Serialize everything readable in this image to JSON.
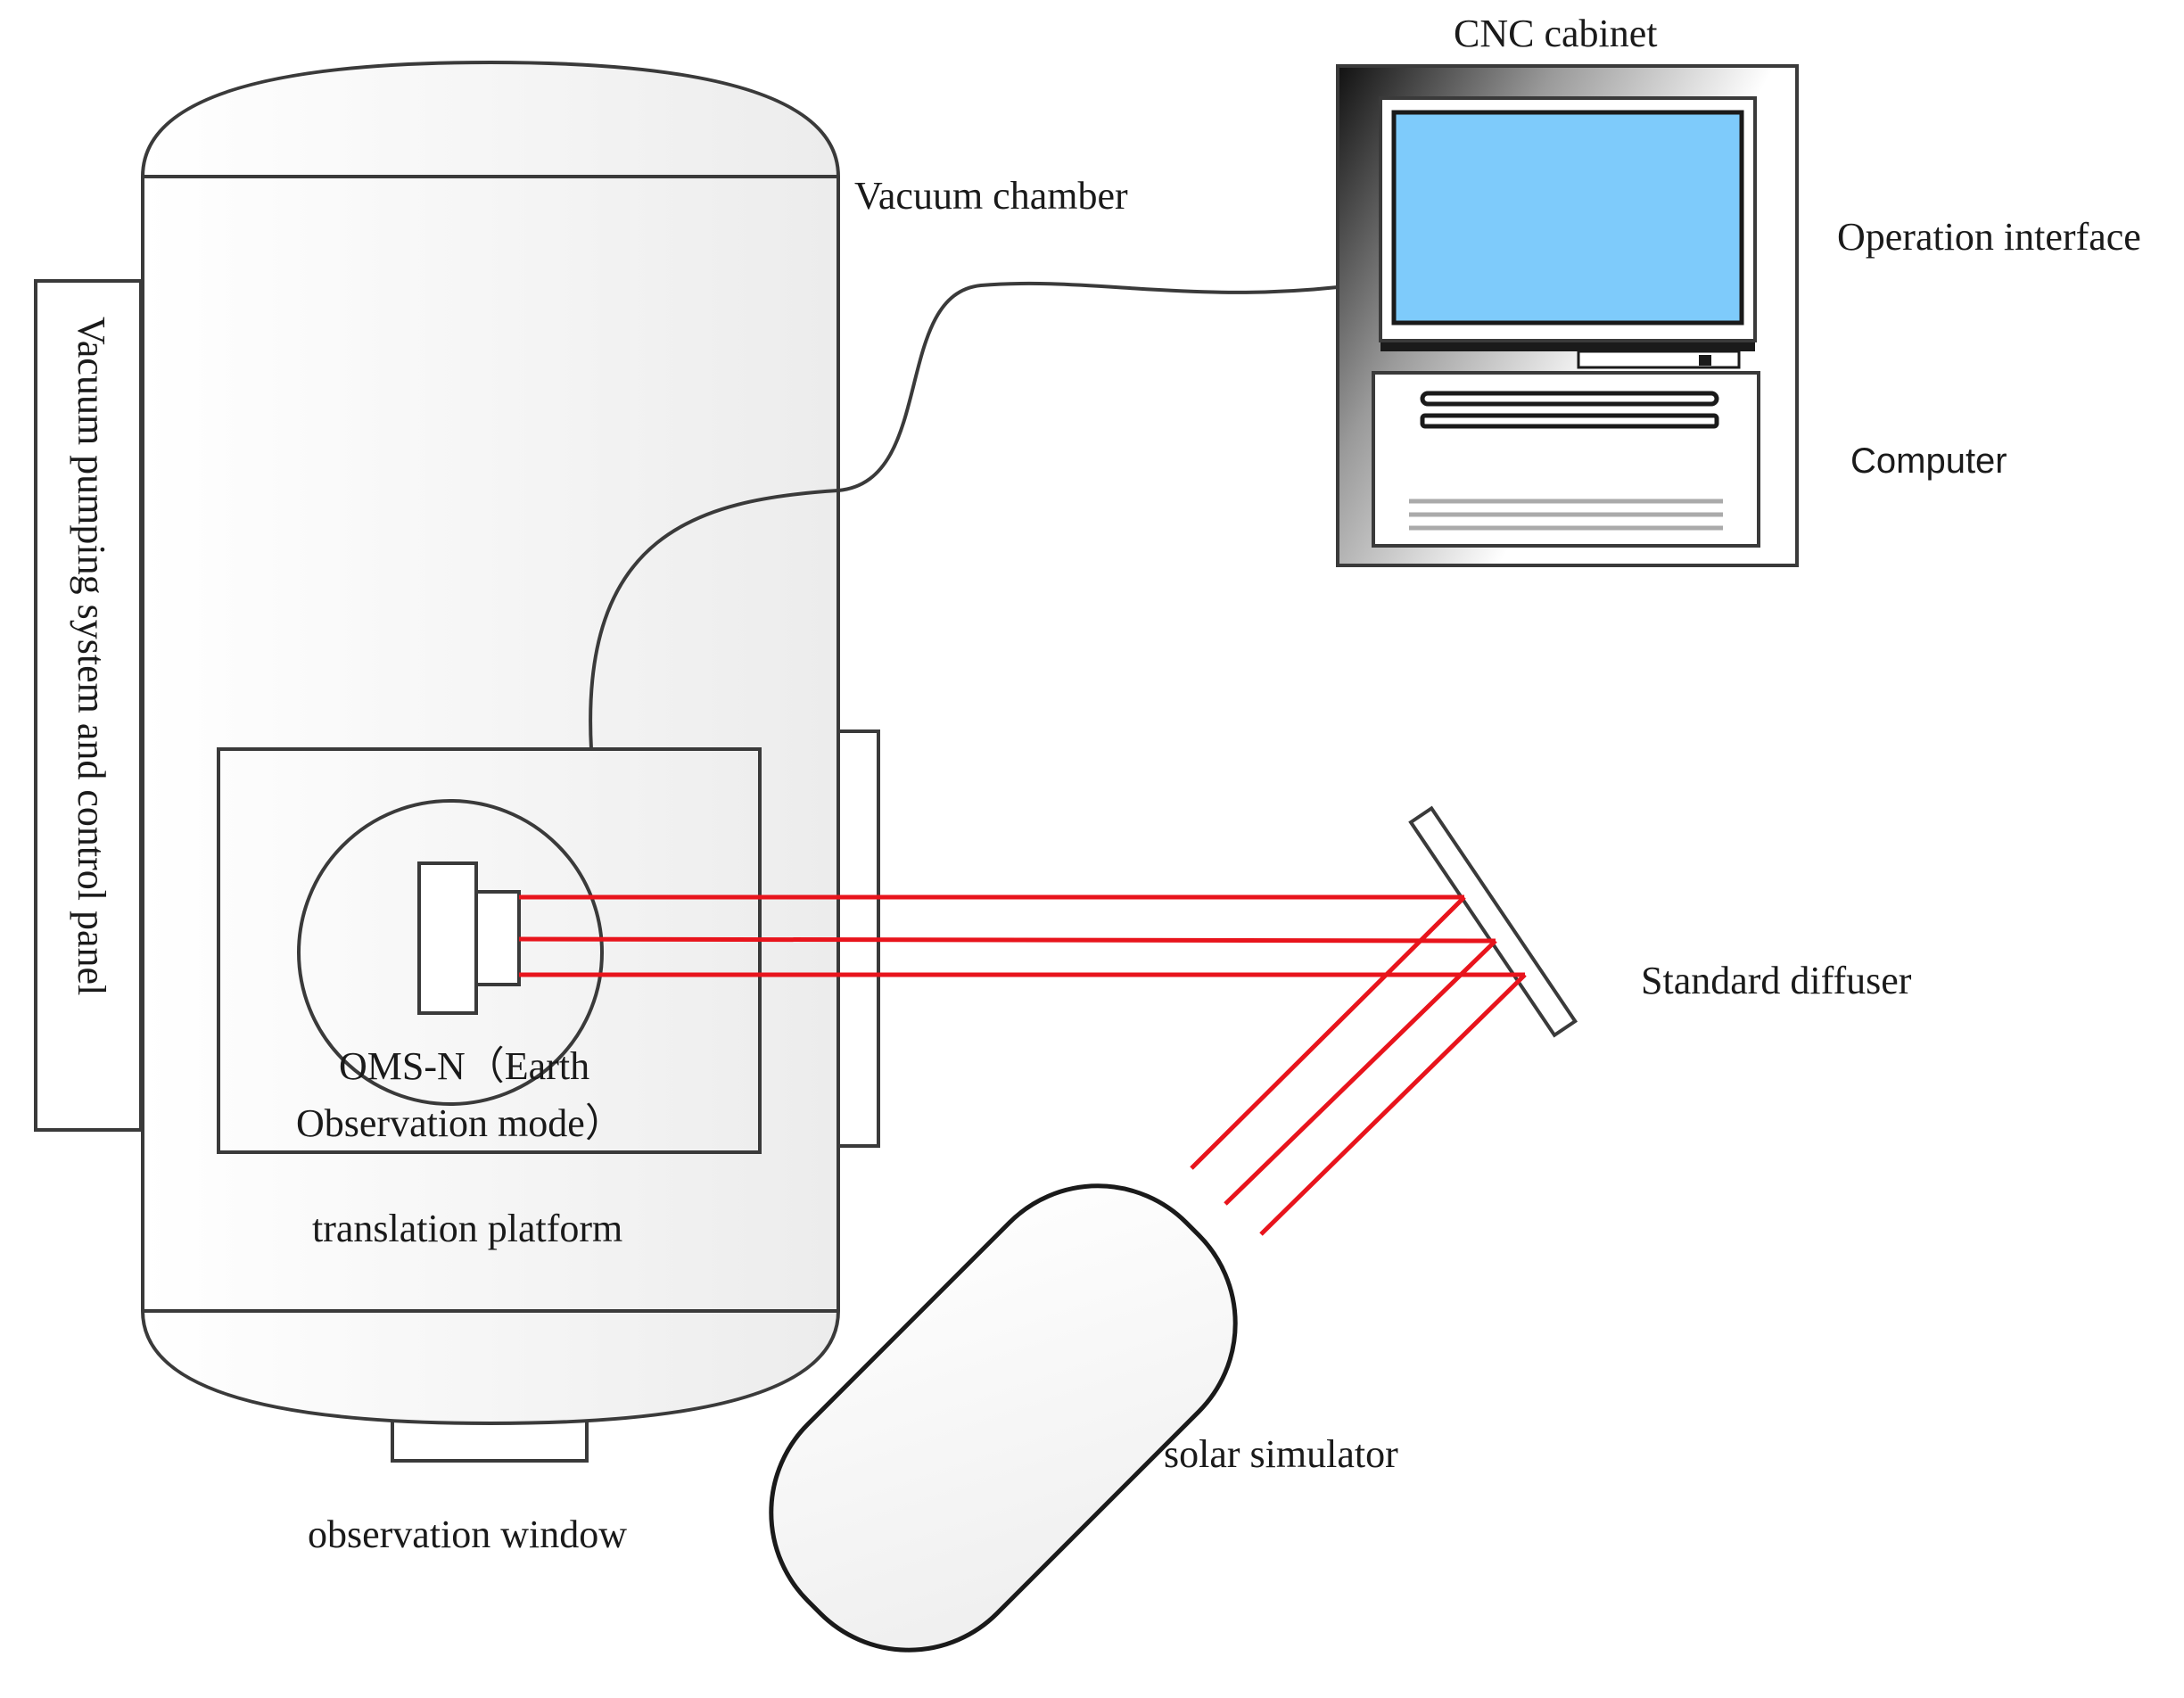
{
  "labels": {
    "vacuum_chamber": "Vacuum chamber",
    "vacuum_pumping": "Vacuum pumping system and control panel",
    "cnc_cabinet": "CNC cabinet",
    "operation_interface": "Operation interface",
    "computer": "Computer",
    "oms_line1": "OMS-N（Earth",
    "oms_line2": "Observation mode）",
    "translation_platform": "translation platform",
    "standard_diffuser": "Standard diffuser",
    "solar_simulator": "solar simulator",
    "observation_window": "observation window"
  },
  "colors": {
    "outline": "#3a3a3a",
    "beam": "#e8141c",
    "screen": "#7ecbfb",
    "body_fill": "#f0f0f0"
  }
}
